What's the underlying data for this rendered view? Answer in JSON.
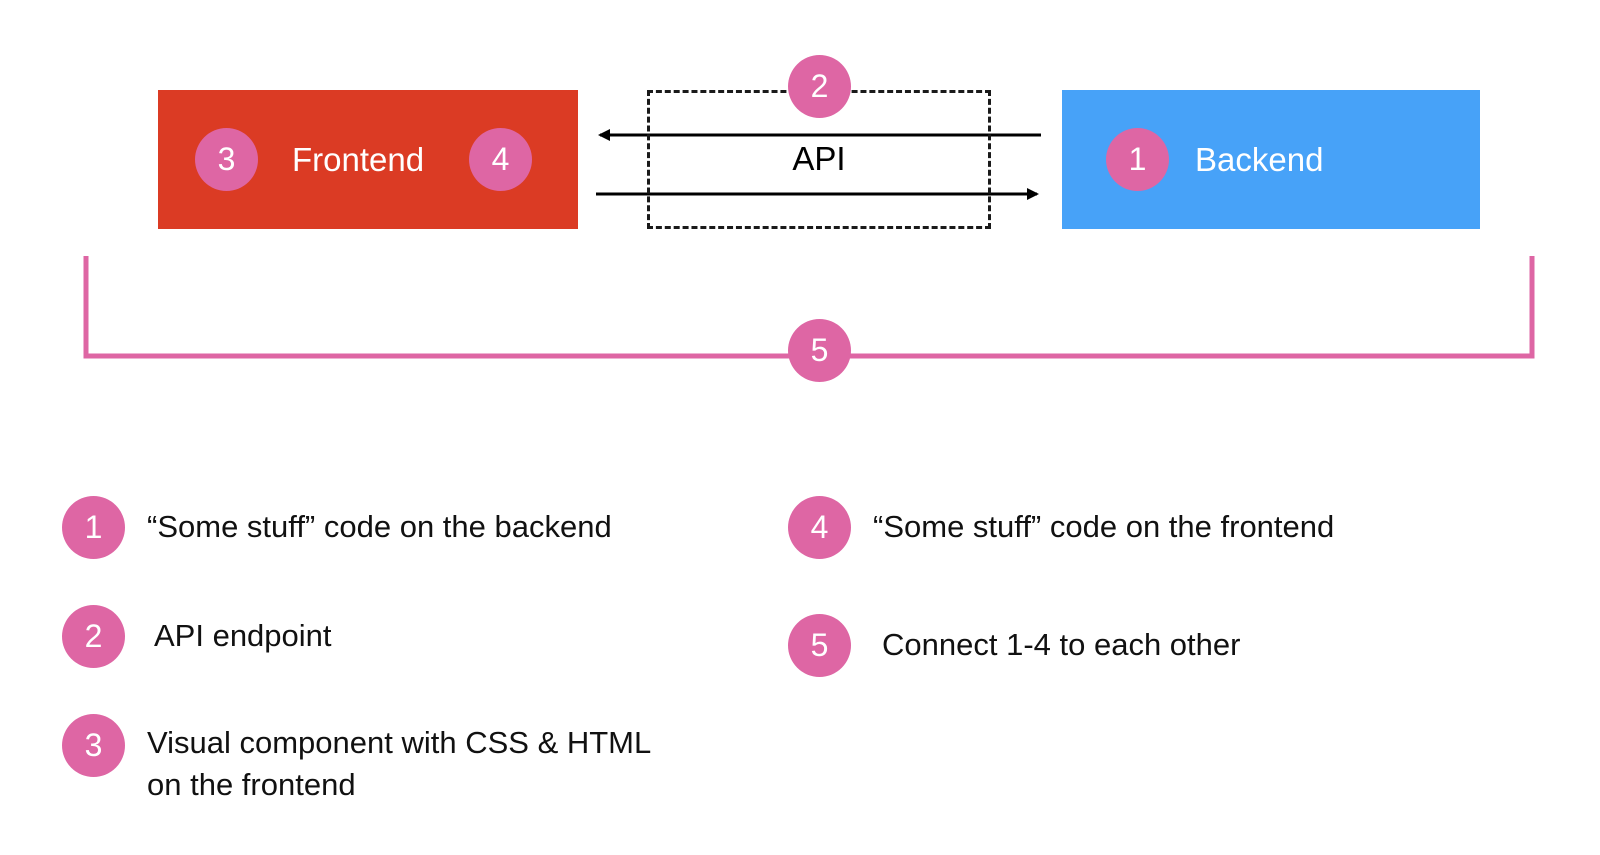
{
  "colors": {
    "frontend": "#db3b24",
    "backend": "#47a2f8",
    "badge": "#de66a4",
    "bracket": "#de66a4",
    "arrow": "#000000"
  },
  "frontend": {
    "label": "Frontend",
    "badge_left": "3",
    "badge_right": "4"
  },
  "backend": {
    "label": "Backend",
    "badge": "1"
  },
  "api": {
    "label": "API",
    "badge": "2"
  },
  "connector": {
    "badge": "5"
  },
  "legend": [
    {
      "num": "1",
      "text": "“Some stuff” code on the backend"
    },
    {
      "num": "2",
      "text": "API endpoint"
    },
    {
      "num": "3",
      "text_line1": "Visual component with CSS & HTML",
      "text_line2": "on the frontend"
    },
    {
      "num": "4",
      "text": "“Some stuff” code on the frontend"
    },
    {
      "num": "5",
      "text": "Connect 1-4 to each other"
    }
  ]
}
